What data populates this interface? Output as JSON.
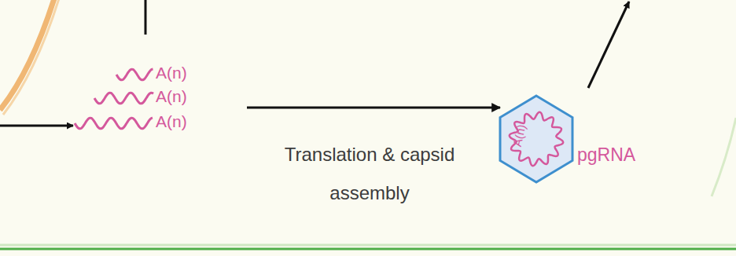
{
  "diagram": {
    "nodes": [
      {
        "text": [
          "A(n)",
          "A(n)",
          "A(n)"
        ]
      },
      {
        "text": [
          "A(n)",
          "pgRNA"
        ]
      }
    ],
    "edges": [
      {
        "from": 0,
        "to": 1,
        "arrow": "to",
        "label": "Translation & capsid assembly"
      }
    ]
  }
}
